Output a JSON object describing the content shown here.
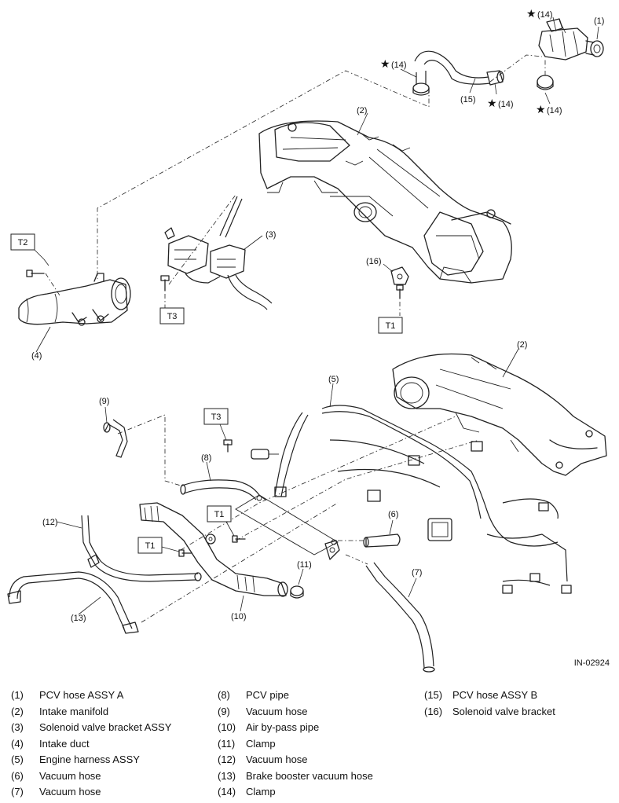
{
  "figure_id": "IN-02924",
  "torque_labels": {
    "t1": "T1",
    "t2": "T2",
    "t3": "T3"
  },
  "callouts": {
    "c1": "(1)",
    "c2": "(2)",
    "c3": "(3)",
    "c4": "(4)",
    "c5": "(5)",
    "c6": "(6)",
    "c7": "(7)",
    "c8": "(8)",
    "c9": "(9)",
    "c10": "(10)",
    "c11": "(11)",
    "c12": "(12)",
    "c13": "(13)",
    "c14": "(14)",
    "c15": "(15)",
    "c16": "(16)"
  },
  "star_glyph": "★",
  "legend": [
    {
      "num": "(1)",
      "label": "PCV hose ASSY A"
    },
    {
      "num": "(2)",
      "label": "Intake manifold"
    },
    {
      "num": "(3)",
      "label": "Solenoid valve bracket ASSY"
    },
    {
      "num": "(4)",
      "label": "Intake duct"
    },
    {
      "num": "(5)",
      "label": "Engine harness ASSY"
    },
    {
      "num": "(6)",
      "label": "Vacuum hose"
    },
    {
      "num": "(7)",
      "label": "Vacuum hose"
    },
    {
      "num": "(8)",
      "label": "PCV pipe"
    },
    {
      "num": "(9)",
      "label": "Vacuum hose"
    },
    {
      "num": "(10)",
      "label": "Air by-pass pipe"
    },
    {
      "num": "(11)",
      "label": "Clamp"
    },
    {
      "num": "(12)",
      "label": "Vacuum hose"
    },
    {
      "num": "(13)",
      "label": "Brake booster vacuum hose"
    },
    {
      "num": "(14)",
      "label": "Clamp"
    },
    {
      "num": "(15)",
      "label": "PCV hose ASSY B"
    },
    {
      "num": "(16)",
      "label": "Solenoid valve bracket"
    }
  ]
}
